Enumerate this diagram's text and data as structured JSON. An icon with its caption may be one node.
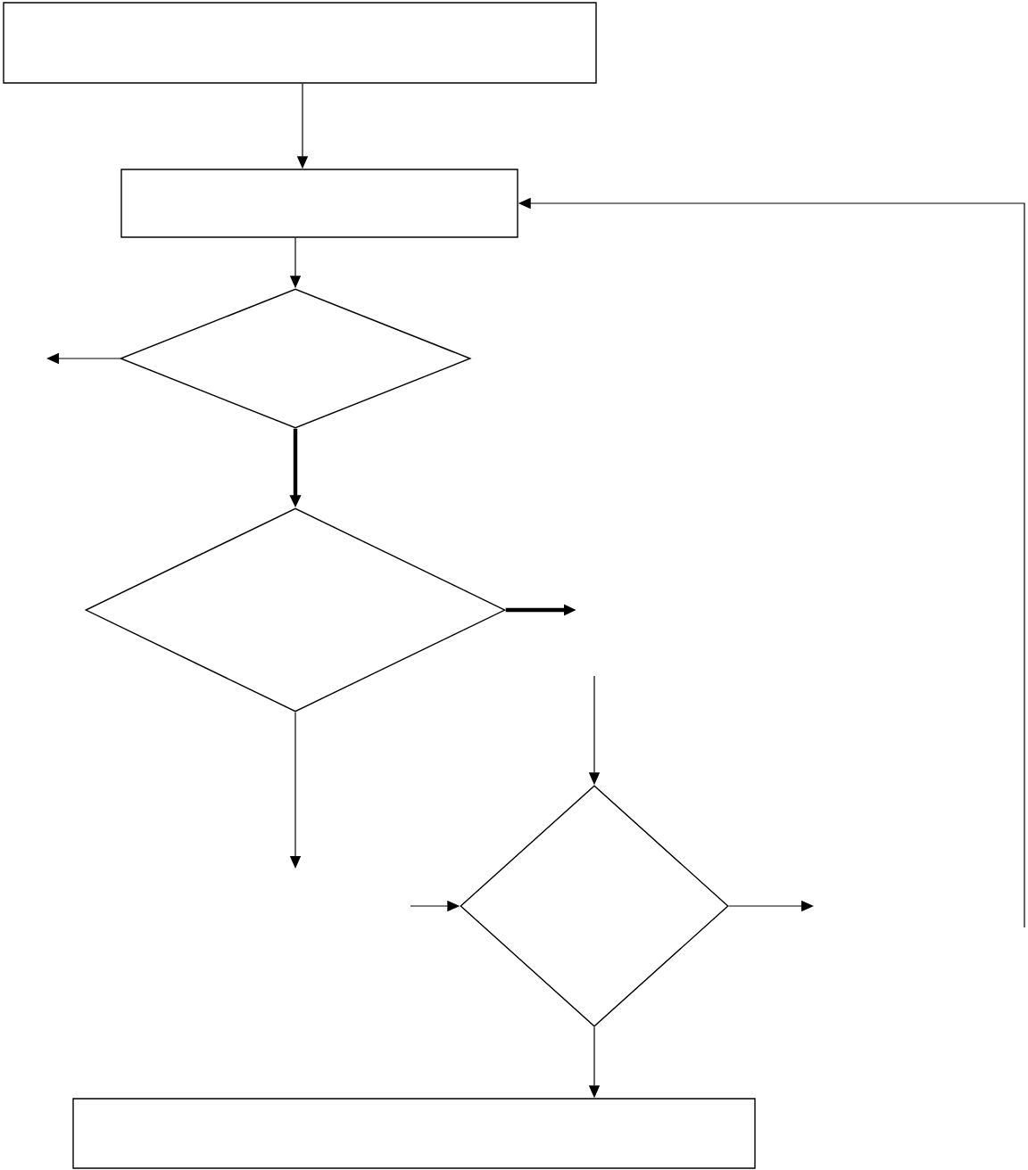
{
  "diagram": {
    "nodes": [
      {
        "text": [],
        "shape": "box"
      },
      {
        "text": [],
        "shape": "box"
      },
      {
        "text": [],
        "shape": "diamond"
      },
      {
        "text": [],
        "shape": "diamond"
      },
      {
        "text": [],
        "shape": "diamond"
      },
      {
        "text": [],
        "shape": "box"
      }
    ],
    "edges": [
      {
        "from": 0,
        "to": 1,
        "arrow": "to"
      },
      {
        "from": 1,
        "to": 2,
        "arrow": "to"
      },
      {
        "from": 2,
        "to": null,
        "arrow": "to"
      },
      {
        "from": 2,
        "to": 3,
        "arrow": "to",
        "style": "thick"
      },
      {
        "from": 3,
        "to": null,
        "arrow": "to",
        "style": "thick"
      },
      {
        "from": 3,
        "to": null,
        "arrow": "to"
      },
      {
        "from": null,
        "to": 4,
        "arrow": "to"
      },
      {
        "from": null,
        "to": 4,
        "arrow": "to"
      },
      {
        "from": 4,
        "to": null,
        "arrow": "to"
      },
      {
        "from": 4,
        "to": 5,
        "arrow": "to"
      },
      {
        "from": null,
        "to": 1,
        "arrow": "to"
      }
    ]
  }
}
